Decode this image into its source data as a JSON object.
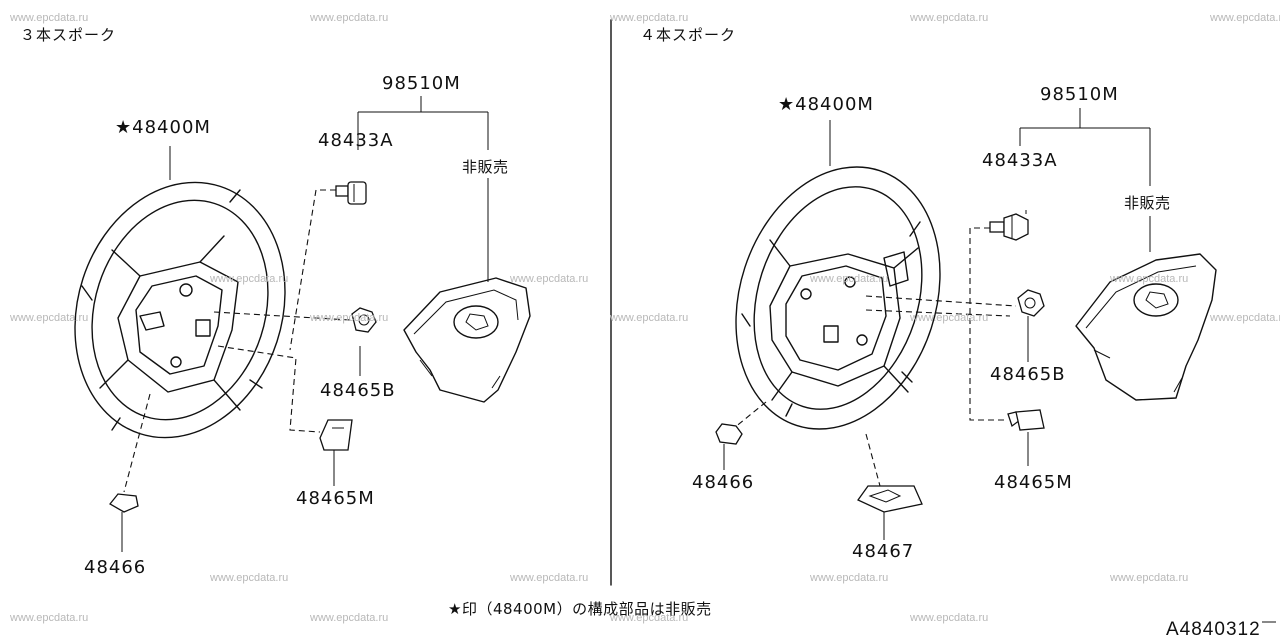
{
  "watermark": "www.epcdata.ru",
  "left_panel": {
    "header": "３本スポーク",
    "wheel_part": "★48400M",
    "airbag_group": "98510M",
    "bolt_part": "48433A",
    "not_sold": "非販売",
    "nut_part": "48465B",
    "bracket_part": "48465M",
    "cap_part": "48466"
  },
  "right_panel": {
    "header": "４本スポーク",
    "wheel_part": "★48400M",
    "airbag_group": "98510M",
    "bolt_part": "48433A",
    "not_sold": "非販売",
    "nut_part": "48465B",
    "bracket_part": "48465M",
    "cap_part": "48466",
    "cover_part": "48467"
  },
  "footnote": "★印（48400M）の構成部品は非販売",
  "diagram_code": "A4840312"
}
